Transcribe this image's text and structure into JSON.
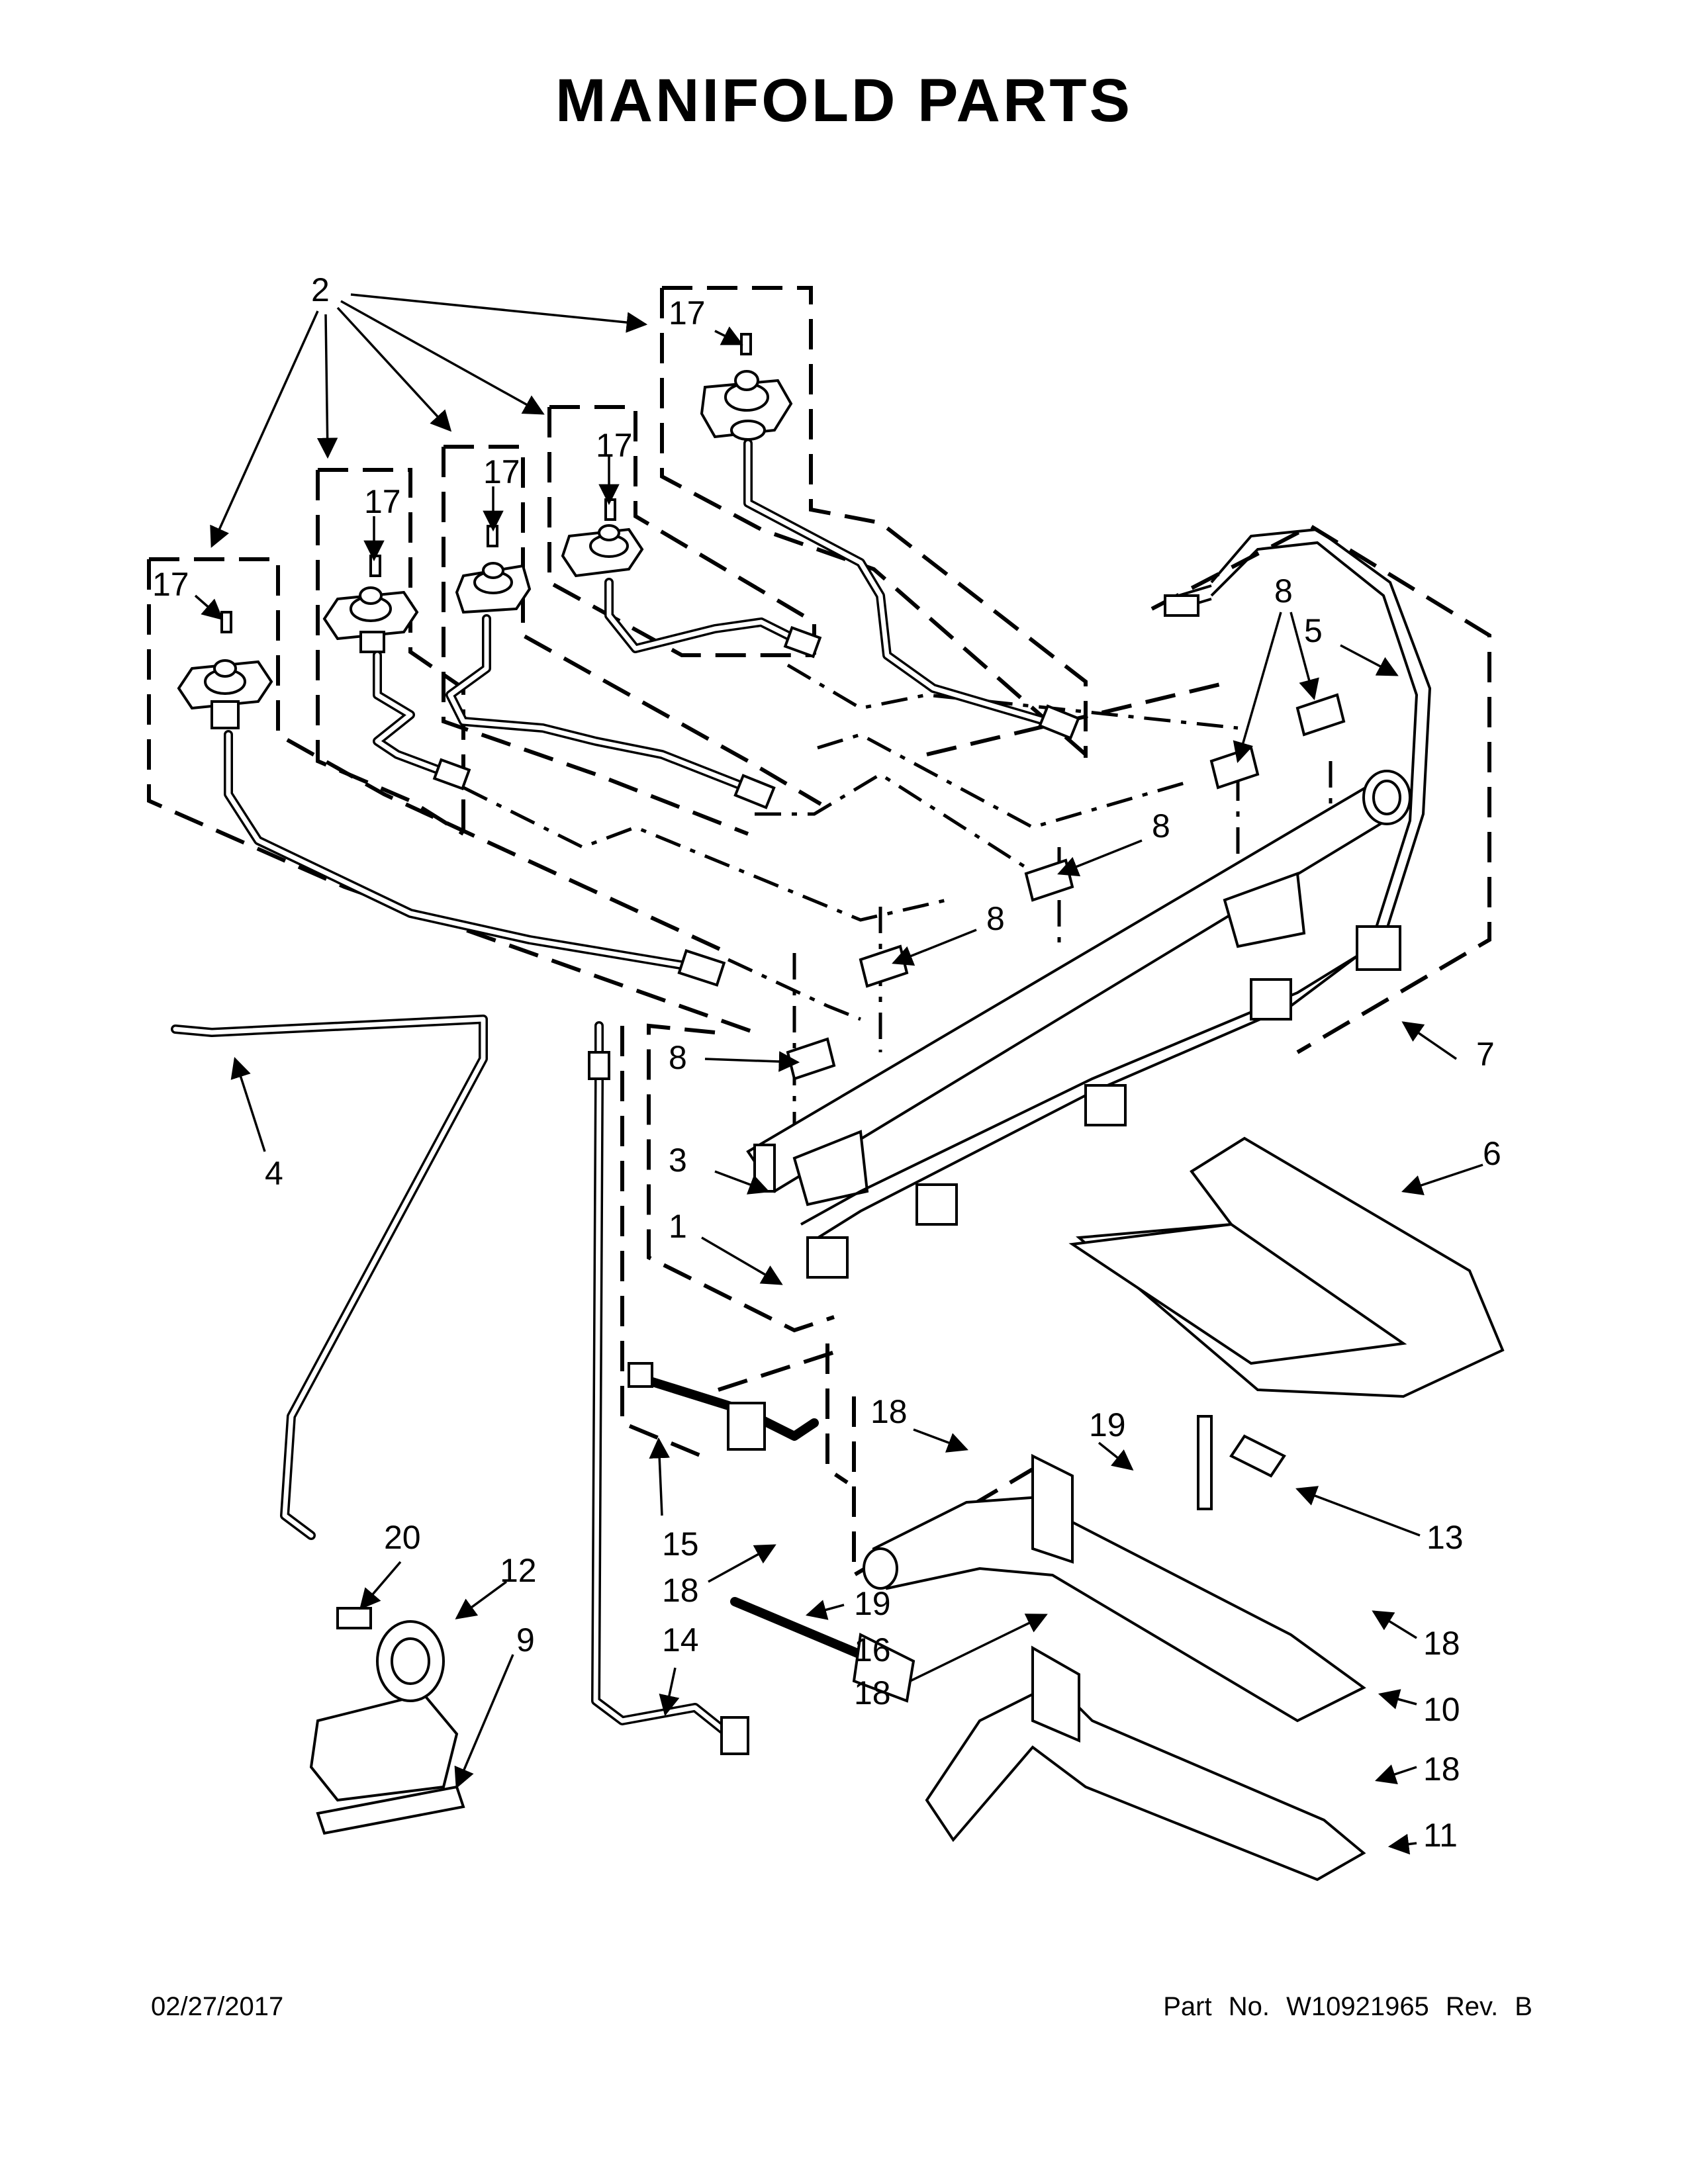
{
  "title": "MANIFOLD PARTS",
  "footer": {
    "date": "02/27/2017",
    "part_number": "Part No.  W10921965  Rev.  B"
  },
  "callouts": {
    "c1": "1",
    "c2": "2",
    "c3": "3",
    "c4": "4",
    "c5": "5",
    "c6": "6",
    "c7": "7",
    "c8a": "8",
    "c8b": "8",
    "c8c": "8",
    "c8d": "8",
    "c9": "9",
    "c10": "10",
    "c11": "11",
    "c12": "12",
    "c13": "13",
    "c14": "14",
    "c15": "15",
    "c16": "16",
    "c17a": "17",
    "c17b": "17",
    "c17c": "17",
    "c17d": "17",
    "c17e": "17",
    "c18a": "18",
    "c18b": "18",
    "c18c": "18",
    "c18d": "18",
    "c18e": "18",
    "c19a": "19",
    "c19b": "19",
    "c20": "20"
  }
}
